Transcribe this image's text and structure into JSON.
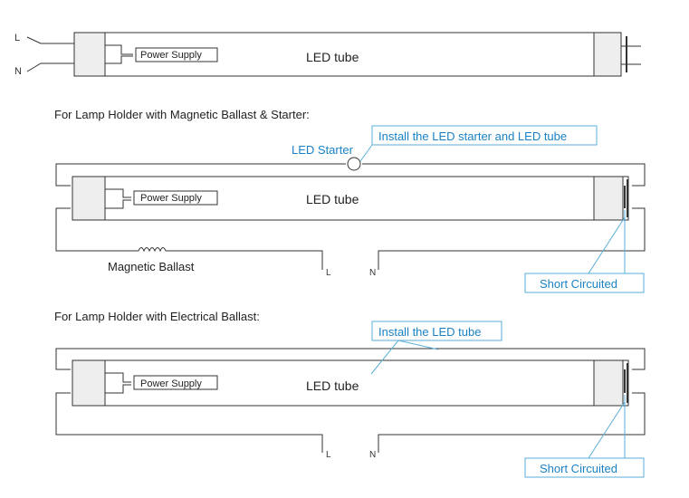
{
  "colors": {
    "line": "#333333",
    "tube_fill": "#ffffff",
    "cap_fill": "#eeeeee",
    "callout": "#5aaed8",
    "callout_text": "#1a82c4"
  },
  "labels": {
    "L": "L",
    "N": "N",
    "power_supply": "Power Supply",
    "led_tube": "LED tube",
    "section_magnetic": "For Lamp Holder with Magnetic Ballast & Starter:",
    "section_electrical": "For Lamp Holder with Electrical Ballast:",
    "led_starter": "LED Starter",
    "install_starter_and_tube": "Install the LED starter and LED tube",
    "install_tube": "Install the LED tube",
    "magnetic_ballast": "Magnetic Ballast",
    "short_circuited": "Short Circuited"
  }
}
